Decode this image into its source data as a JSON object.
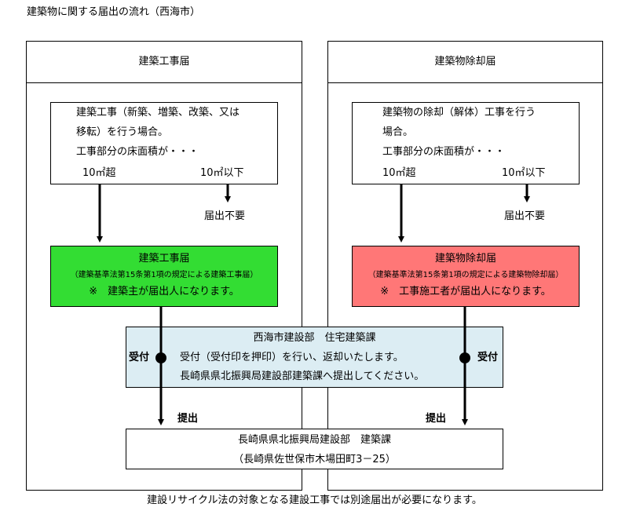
{
  "title": "建築物に関する届出の流れ（西海市）",
  "left": {
    "header": "建築工事届",
    "condition_line1": "建築工事（新築、増築、改築、又は",
    "condition_line2": "移転）を行う場合。",
    "condition_line3": "工事部分の床面積が・・・",
    "over_label": "10㎡超",
    "under_label": "10㎡以下",
    "not_required": "届出不要",
    "form_title": "建築工事届",
    "form_note": "（建築基準法第15条第1項の規定による建築工事届）",
    "form_who": "※　建築主が届出人になります。"
  },
  "right": {
    "header": "建築物除却届",
    "condition_line1": "建築物の除却（解体）工事を行う",
    "condition_line2": "場合。",
    "condition_line3": "工事部分の床面積が・・・",
    "over_label": "10㎡超",
    "under_label": "10㎡以下",
    "not_required": "届出不要",
    "form_title": "建築物除却届",
    "form_note": "（建築基準法第15条第1項の規定による建築物除却届）",
    "form_who": "※　工事施工者が届出人になります。"
  },
  "city_office": {
    "title": "西海市建設部　住宅建築課",
    "line1": "受付（受付印を押印）を行い、返却いたします。",
    "line2": "長崎県県北振興局建設部建築課へ提出してください。"
  },
  "receive_label": "受付",
  "submit_label": "提出",
  "prefecture_office": {
    "title": "長崎県県北振興局建設部　建築課",
    "address": "（長崎県佐世保市木場田町3－25）"
  },
  "footer": "建設リサイクル法の対象となる建設工事では別途届出が必要になります。",
  "colors": {
    "left_form": "#33dd33",
    "right_form": "#ff7777",
    "city_office": "#dcedf3"
  }
}
